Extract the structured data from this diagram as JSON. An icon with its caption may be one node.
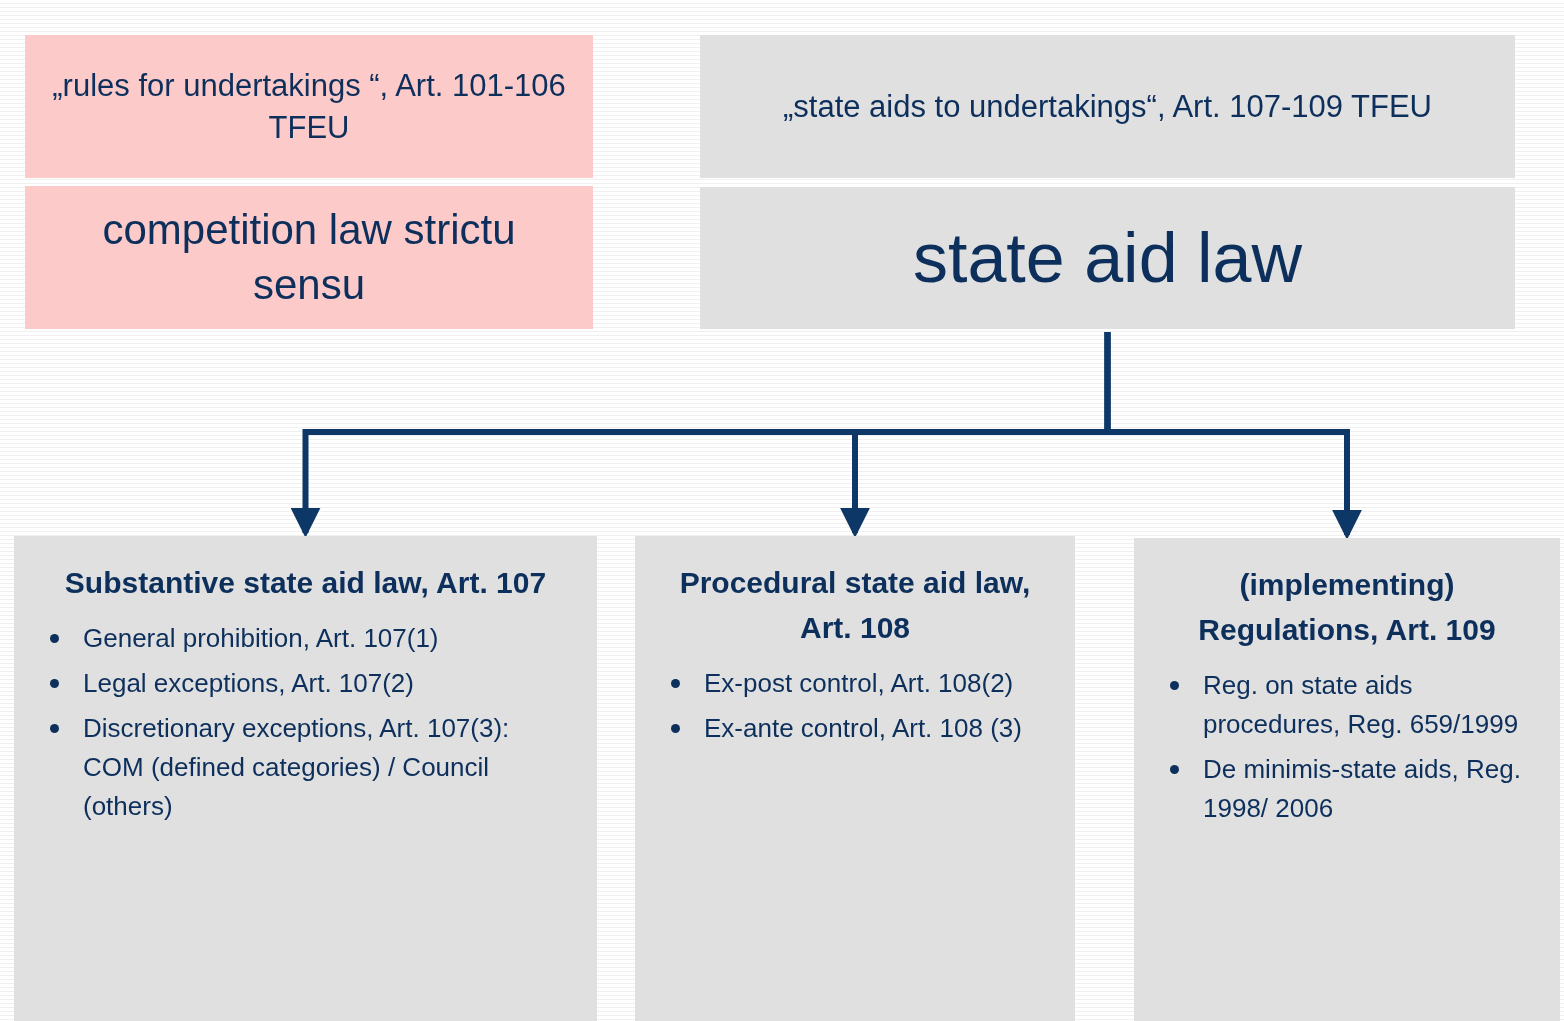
{
  "diagram": {
    "nodes": [
      {
        "text": [
          "„rules for undertakings “, Art. 101-106 TFEU"
        ]
      },
      {
        "text": [
          "competition law strictu sensu"
        ]
      },
      {
        "text": [
          "„state aids to undertakings“, Art. 107-109 TFEU"
        ]
      },
      {
        "text": [
          "state aid law"
        ]
      },
      {
        "text": [
          "Substantive state aid law, Art. 107",
          "General prohibition, Art. 107(1)",
          "Legal exceptions, Art. 107(2)",
          "Discretionary exceptions, Art. 107(3):  COM (defined categories) / Council (others)"
        ]
      },
      {
        "text": [
          "Procedural state aid law, Art. 108",
          "Ex-post control, Art. 108(2)",
          "Ex-ante control, Art. 108 (3)"
        ]
      },
      {
        "text": [
          "(implementing) Regulations, Art. 109",
          "Reg. on state aids procedures, Reg. 659/1999",
          "De minimis-state aids, Reg. 1998/ 2006"
        ]
      }
    ],
    "edges": [
      {
        "from": 3,
        "to": 4,
        "arrow": "to"
      },
      {
        "from": 3,
        "to": 5,
        "arrow": "to"
      },
      {
        "from": 3,
        "to": 6,
        "arrow": "to"
      }
    ]
  }
}
